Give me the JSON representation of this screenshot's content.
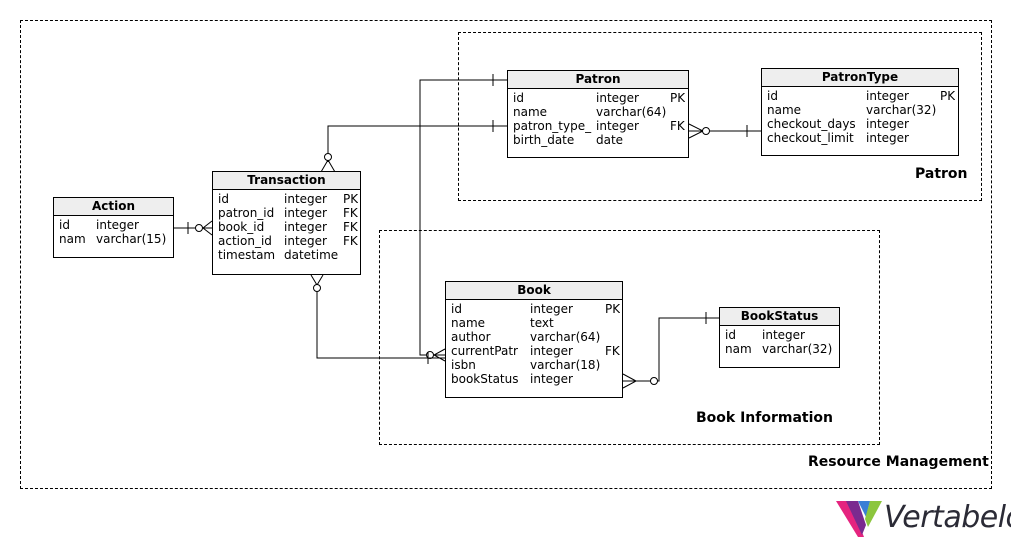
{
  "areas": {
    "resource_management": "Resource Management",
    "patron": "Patron",
    "book_information": "Book Information"
  },
  "tables": {
    "patron": {
      "name": "Patron",
      "columns": [
        {
          "name": "id",
          "type": "integer",
          "key": "PK"
        },
        {
          "name": "name",
          "type": "varchar(64)",
          "key": ""
        },
        {
          "name": "patron_type_",
          "type": "integer",
          "key": "FK"
        },
        {
          "name": "birth_date",
          "type": "date",
          "key": ""
        }
      ]
    },
    "patron_type": {
      "name": "PatronType",
      "columns": [
        {
          "name": "id",
          "type": "integer",
          "key": "PK"
        },
        {
          "name": "name",
          "type": "varchar(32)",
          "key": ""
        },
        {
          "name": "checkout_days",
          "type": "integer",
          "key": ""
        },
        {
          "name": "checkout_limit",
          "type": "integer",
          "key": ""
        }
      ]
    },
    "transaction": {
      "name": "Transaction",
      "columns": [
        {
          "name": "id",
          "type": "integer",
          "key": "PK"
        },
        {
          "name": "patron_id",
          "type": "integer",
          "key": "FK"
        },
        {
          "name": "book_id",
          "type": "integer",
          "key": "FK"
        },
        {
          "name": "action_id",
          "type": "integer",
          "key": "FK"
        },
        {
          "name": "timestam",
          "type": "datetime",
          "key": ""
        }
      ]
    },
    "action": {
      "name": "Action",
      "columns": [
        {
          "name": "id",
          "type": "integer",
          "key": ""
        },
        {
          "name": "nam",
          "type": "varchar(15)",
          "key": ""
        }
      ]
    },
    "book": {
      "name": "Book",
      "columns": [
        {
          "name": "id",
          "type": "integer",
          "key": "PK"
        },
        {
          "name": "name",
          "type": "text",
          "key": ""
        },
        {
          "name": "author",
          "type": "varchar(64)",
          "key": ""
        },
        {
          "name": "currentPatr",
          "type": "integer",
          "key": "FK"
        },
        {
          "name": "isbn",
          "type": "varchar(18)",
          "key": ""
        },
        {
          "name": "bookStatus",
          "type": "integer",
          "key": ""
        }
      ]
    },
    "book_status": {
      "name": "BookStatus",
      "columns": [
        {
          "name": "id",
          "type": "integer",
          "key": ""
        },
        {
          "name": "nam",
          "type": "varchar(32)",
          "key": ""
        }
      ]
    }
  },
  "logo": {
    "text": "Vertabelo",
    "colors": {
      "magenta": "#e5247f",
      "purple": "#7a2a8f",
      "blue": "#3a7fd5",
      "green": "#8cc63e"
    }
  }
}
